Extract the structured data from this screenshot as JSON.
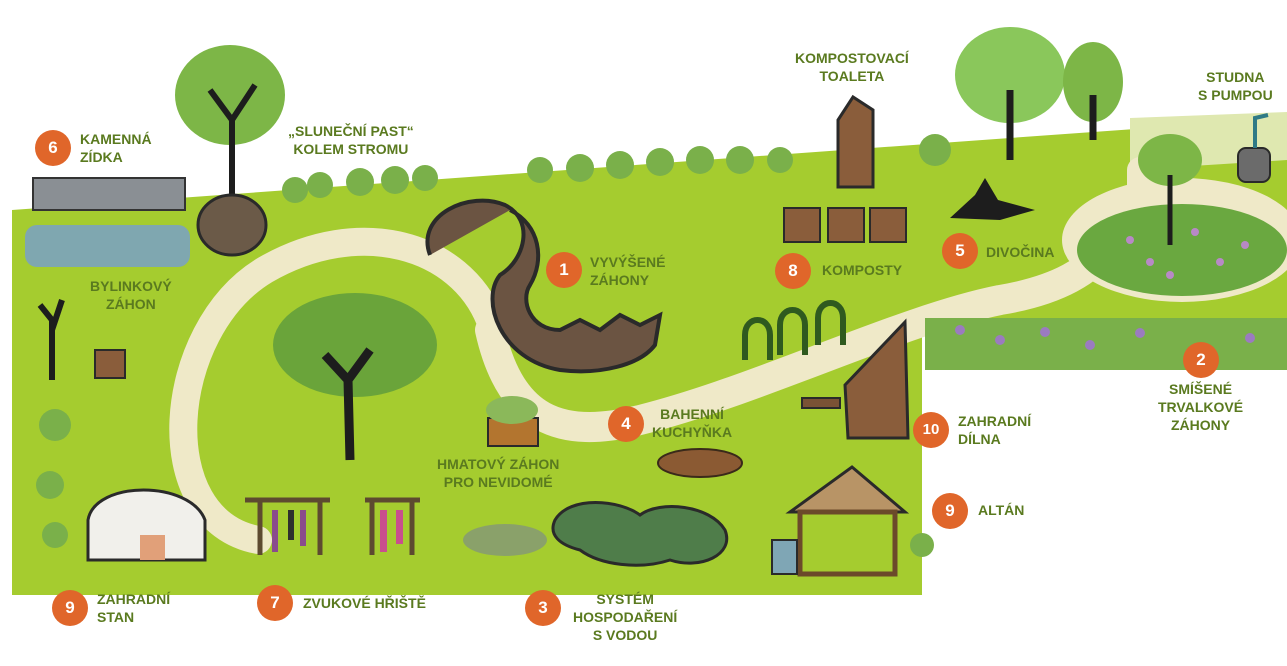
{
  "colors": {
    "lawn": "#a5cc2f",
    "path": "#efe9c8",
    "badge": "#e0662a",
    "label": "#5a7a1f"
  },
  "icons": [
    "tree-icon",
    "yurt-icon",
    "gazebo-icon",
    "shed-icon",
    "compost-toilet-icon",
    "well-pump-icon",
    "spiral-bed-icon",
    "pond-icon",
    "chimes-icon",
    "rain-barrel-icon",
    "compost-bin-icon",
    "gabion-wall-icon"
  ],
  "areas": [
    {
      "num": "1",
      "lines": [
        "VYVÝŠENÉ",
        "ZÁHONY"
      ]
    },
    {
      "num": "2",
      "lines": [
        "SMÍŠENÉ",
        "TRVALKOVÉ",
        "ZÁHONY"
      ]
    },
    {
      "num": "3",
      "lines": [
        "SYSTÉM",
        "HOSPODAŘENÍ",
        "S VODOU"
      ]
    },
    {
      "num": "4",
      "lines": [
        "BAHENNÍ",
        "KUCHYŇKA"
      ]
    },
    {
      "num": "5",
      "lines": [
        "DIVOČINA"
      ]
    },
    {
      "num": "6",
      "lines": [
        "KAMENNÁ",
        "ZÍDKA"
      ]
    },
    {
      "num": "7",
      "lines": [
        "ZVUKOVÉ HŘIŠTĚ"
      ]
    },
    {
      "num": "8",
      "lines": [
        "KOMPOSTY"
      ]
    },
    {
      "num": "9",
      "lines": [
        "ZAHRADNÍ",
        "STAN"
      ]
    },
    {
      "num": "9",
      "lines": [
        "ALTÁN"
      ]
    },
    {
      "num": "10",
      "lines": [
        "ZAHRADNÍ",
        "DÍLNA"
      ]
    }
  ],
  "extra_labels": [
    {
      "lines": [
        "„SLUNEČNÍ PAST“",
        "KOLEM STROMU"
      ]
    },
    {
      "lines": [
        "KOMPOSTOVACÍ",
        "TOALETA"
      ]
    },
    {
      "lines": [
        "STUDNA",
        "S PUMPOU"
      ]
    },
    {
      "lines": [
        "BYLINKOVÝ",
        "ZÁHON"
      ]
    },
    {
      "lines": [
        "HMATOVÝ ZÁHON",
        "PRO NEVIDOMÉ"
      ]
    }
  ]
}
